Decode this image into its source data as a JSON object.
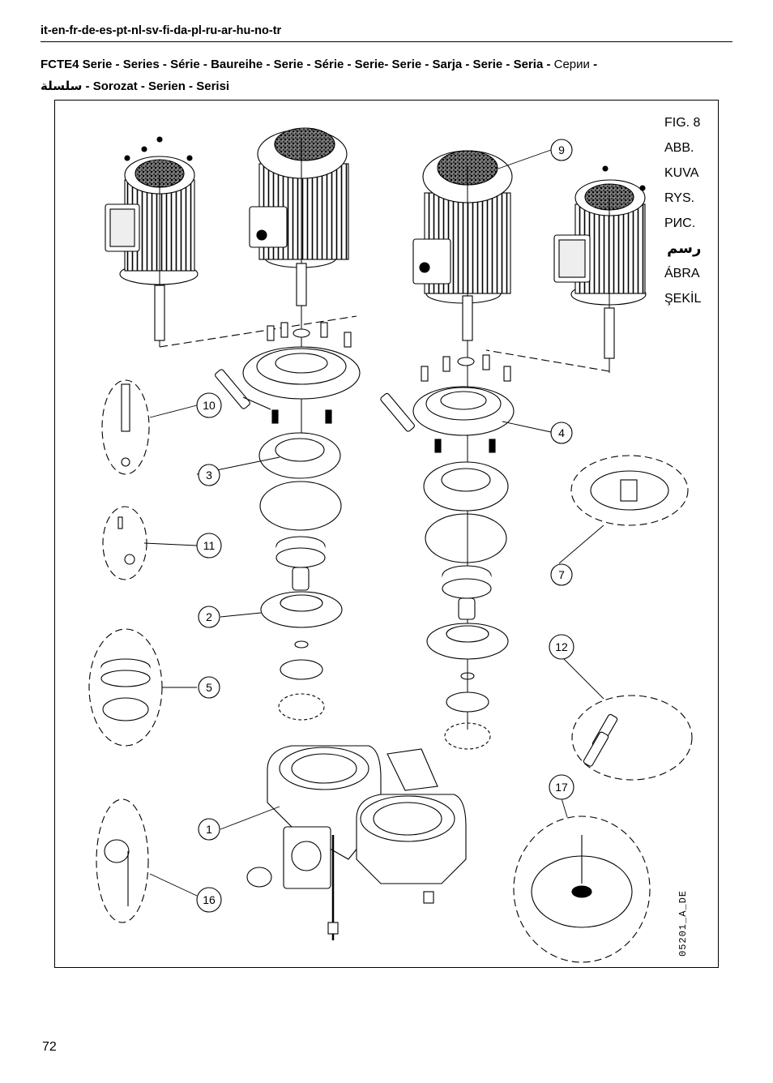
{
  "header": {
    "languages": "it-en-fr-de-es-pt-nl-sv-fi-da-pl-ru-ar-hu-no-tr"
  },
  "title": {
    "line1_bold": "FCTE4 Serie - Series - Série - Baureihe - Serie - Série - Serie- Serie - Sarja - Serie - Seria -",
    "line1_cyrillic": "Серии",
    "line1_tail": "-",
    "line2_arabic": "سلسلة",
    "line2_rest": "- Sorozat - Serien - Serisi"
  },
  "figure": {
    "labels": [
      "FIG. 8",
      "ABB.",
      "KUVA",
      "RYS.",
      "РИС.",
      "رسم",
      "ÁBRA",
      "ŞEKİL"
    ],
    "drawing_code": "05201_A_DE",
    "callouts": {
      "c9": "9",
      "c10": "10",
      "c3": "3",
      "c4": "4",
      "c11": "11",
      "c7": "7",
      "c2": "2",
      "c12": "12",
      "c5": "5",
      "c17": "17",
      "c1": "1",
      "c16": "16"
    }
  },
  "footer": {
    "page_number": "72"
  }
}
